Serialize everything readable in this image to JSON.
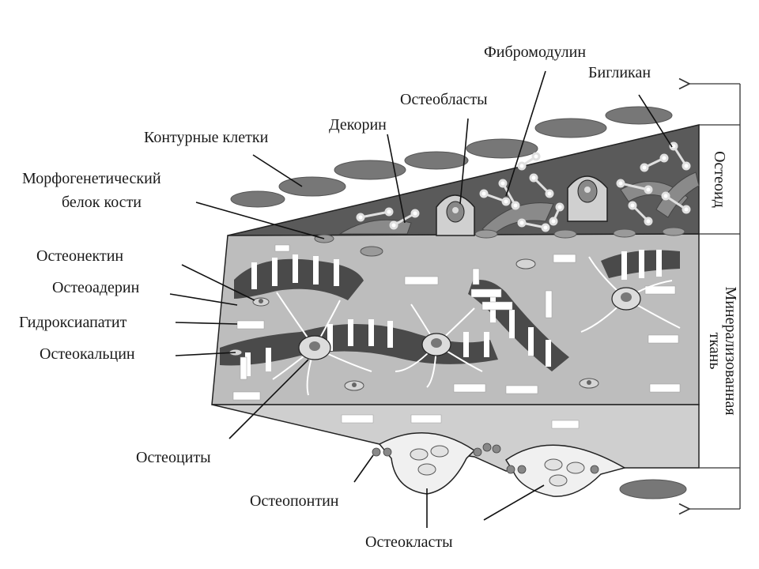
{
  "labels": {
    "fibromodulin": "Фибромодулин",
    "biglycan": "Бигликан",
    "osteoblasts": "Остеобласты",
    "decorin": "Декорин",
    "lining_cells": "Контурные клетки",
    "bmp_line1": "Морфогенетический",
    "bmp_line2": "белок кости",
    "osteonectin": "Остеонектин",
    "osteoadherin": "Остеоадерин",
    "hydroxyapatite": "Гидроксиапатит",
    "osteocalcin": "Остеокальцин",
    "osteocytes": "Остеоциты",
    "osteopontin": "Остеопонтин",
    "osteoclasts": "Остеокласты"
  },
  "side_labels": {
    "osteoid": "Остеоид",
    "mineralized_line1": "Минерализованная",
    "mineralized_line2": "ткань"
  },
  "colors": {
    "osteoid": "#5a5a5a",
    "mineralized": "#bdbdbd",
    "lower_layer": "#cdcdcd",
    "collagen": "#4a4a4a",
    "cell": "#d8d8d8",
    "outline": "#222222"
  }
}
